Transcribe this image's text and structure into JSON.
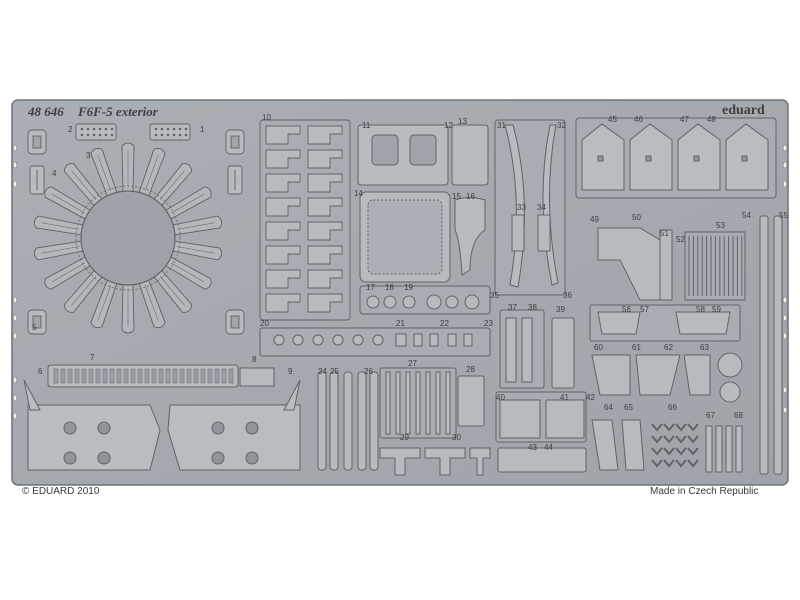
{
  "sheet": {
    "code": "48 646",
    "name": "F6F-5 exterior",
    "brand": "eduard",
    "copyright": "© EDUARD 2010",
    "origin": "Made in Czech Republic"
  },
  "part_numbers": [
    "1",
    "2",
    "3",
    "4",
    "5",
    "6",
    "7",
    "8",
    "9",
    "10",
    "11",
    "12",
    "13",
    "14",
    "15",
    "16",
    "17",
    "18",
    "19",
    "20",
    "21",
    "22",
    "23",
    "24",
    "25",
    "26",
    "27",
    "28",
    "29",
    "30",
    "31",
    "32",
    "33",
    "34",
    "35",
    "36",
    "37",
    "38",
    "39",
    "40",
    "41",
    "42",
    "43",
    "44",
    "45",
    "46",
    "47",
    "48",
    "49",
    "50",
    "51",
    "52",
    "53",
    "54",
    "55",
    "56",
    "57",
    "58",
    "59",
    "60",
    "61",
    "62",
    "63",
    "64",
    "65",
    "66",
    "67",
    "68"
  ],
  "colors": {
    "background": "#ffffff",
    "fret": "#a4aaaf",
    "part": "#b6bbbf",
    "outline": "#5f6468",
    "text": "#3c4044"
  }
}
